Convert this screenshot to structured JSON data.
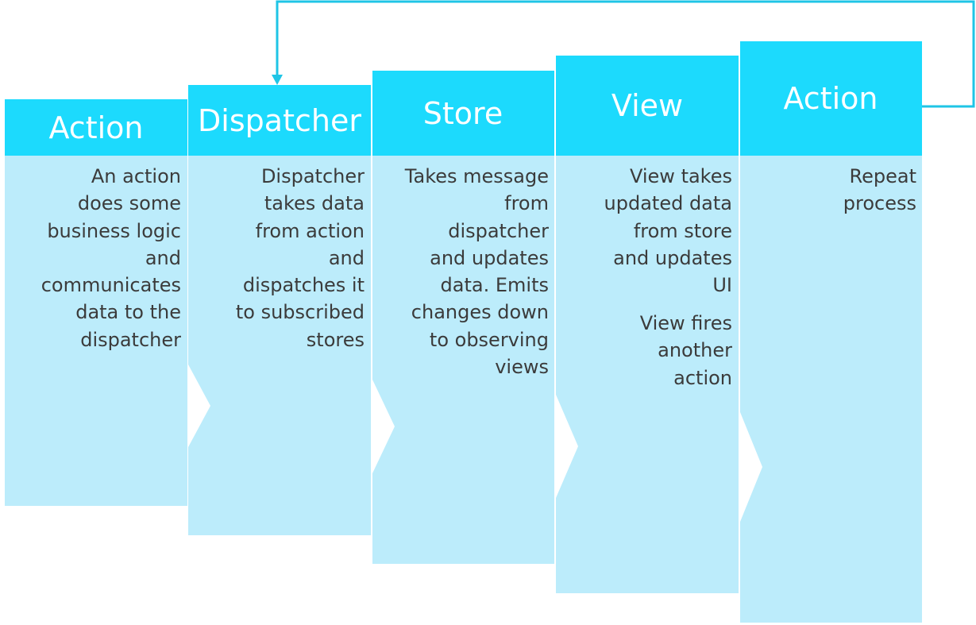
{
  "colors": {
    "header_fill": "#1cdafd",
    "body_fill": "#bcecfb",
    "connector": "#1fc5e6",
    "header_text": "#ffffff",
    "body_text": "#3b3b3b"
  },
  "steps": [
    {
      "title": "Action",
      "description": "An action\ndoes some\nbusiness logic\nand\ncommunicates\ndata to the\ndispatcher"
    },
    {
      "title": "Dispatcher",
      "description": "Dispatcher\ntakes data\nfrom action\nand\ndispatches it\nto subscribed\nstores"
    },
    {
      "title": "Store",
      "description": "Takes message\nfrom\ndispatcher\nand updates\ndata. Emits\nchanges down\nto observing\nviews"
    },
    {
      "title": "View",
      "description": "View takes\nupdated data\nfrom store\nand updates\nUI",
      "description_2": "View fires\nanother\naction"
    },
    {
      "title": "Action",
      "description": "Repeat\nprocess"
    }
  ]
}
